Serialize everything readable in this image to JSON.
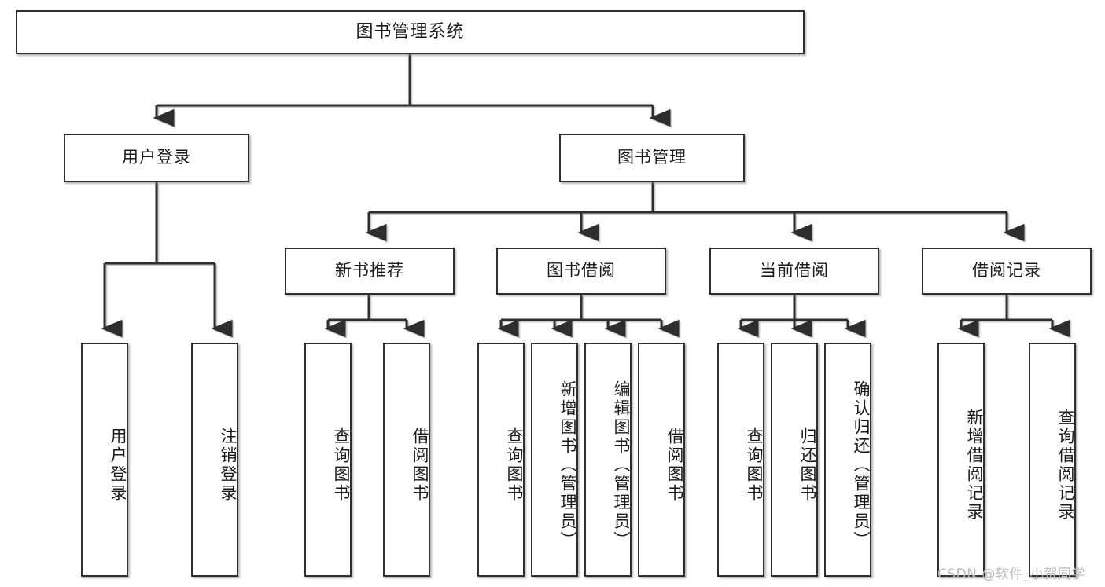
{
  "diagram": {
    "title": "图书管理系统",
    "type": "functional-structure-tree",
    "watermark": "CSDN @软件_小贺同学",
    "colors": {
      "box_border": "#2f2f2f",
      "box_fill": "#ffffff",
      "line": "#3a3a3a",
      "text": "#1a1a1a",
      "watermark": "#b9b9b9"
    },
    "nodes": {
      "root": {
        "label": "图书管理系统"
      },
      "level2": [
        {
          "id": "user-login",
          "label": "用户登录"
        },
        {
          "id": "book-manage",
          "label": "图书管理"
        }
      ],
      "level3": [
        {
          "id": "new-book-recommend",
          "label": "新书推荐"
        },
        {
          "id": "book-borrow",
          "label": "图书借阅"
        },
        {
          "id": "current-borrow",
          "label": "当前借阅"
        },
        {
          "id": "borrow-record",
          "label": "借阅记录"
        }
      ],
      "leaves": {
        "user_login": [
          {
            "id": "leaf-user-login",
            "label": "用户登录"
          },
          {
            "id": "leaf-logout-login",
            "label": "注销登录"
          }
        ],
        "new_book_recommend": [
          {
            "id": "leaf-query-book-1",
            "label": "查询图书"
          },
          {
            "id": "leaf-borrow-book-1",
            "label": "借阅图书"
          }
        ],
        "book_borrow": [
          {
            "id": "leaf-query-book-2",
            "label": "查询图书"
          },
          {
            "id": "leaf-add-book",
            "label": "新增图书（管理员）"
          },
          {
            "id": "leaf-edit-book",
            "label": "编辑图书（管理员）"
          },
          {
            "id": "leaf-borrow-book-2",
            "label": "借阅图书"
          }
        ],
        "current_borrow": [
          {
            "id": "leaf-query-book-3",
            "label": "查询图书"
          },
          {
            "id": "leaf-return-book",
            "label": "归还图书"
          },
          {
            "id": "leaf-confirm-return",
            "label": "确认归还（管理员）"
          }
        ],
        "borrow_record": [
          {
            "id": "leaf-add-record",
            "label": "新增借阅记录"
          },
          {
            "id": "leaf-query-record",
            "label": "查询借阅记录"
          }
        ]
      }
    }
  }
}
